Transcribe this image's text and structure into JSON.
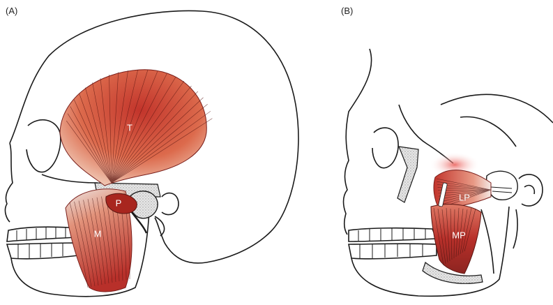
{
  "panels": [
    {
      "label": "(A)",
      "muscles": [
        {
          "abbr": "T"
        },
        {
          "abbr": "M"
        },
        {
          "abbr": "P"
        }
      ]
    },
    {
      "label": "(B)",
      "muscles": [
        {
          "abbr": "LP"
        },
        {
          "abbr": "MP"
        }
      ]
    }
  ],
  "colors": {
    "muscle_dark": "#b8302a",
    "muscle_mid": "#d9573e",
    "muscle_light": "#f3d6c4",
    "bone_outline": "#1a1a1a",
    "bone_fill": "#ffffff",
    "stipple": "#cfcfcf"
  }
}
